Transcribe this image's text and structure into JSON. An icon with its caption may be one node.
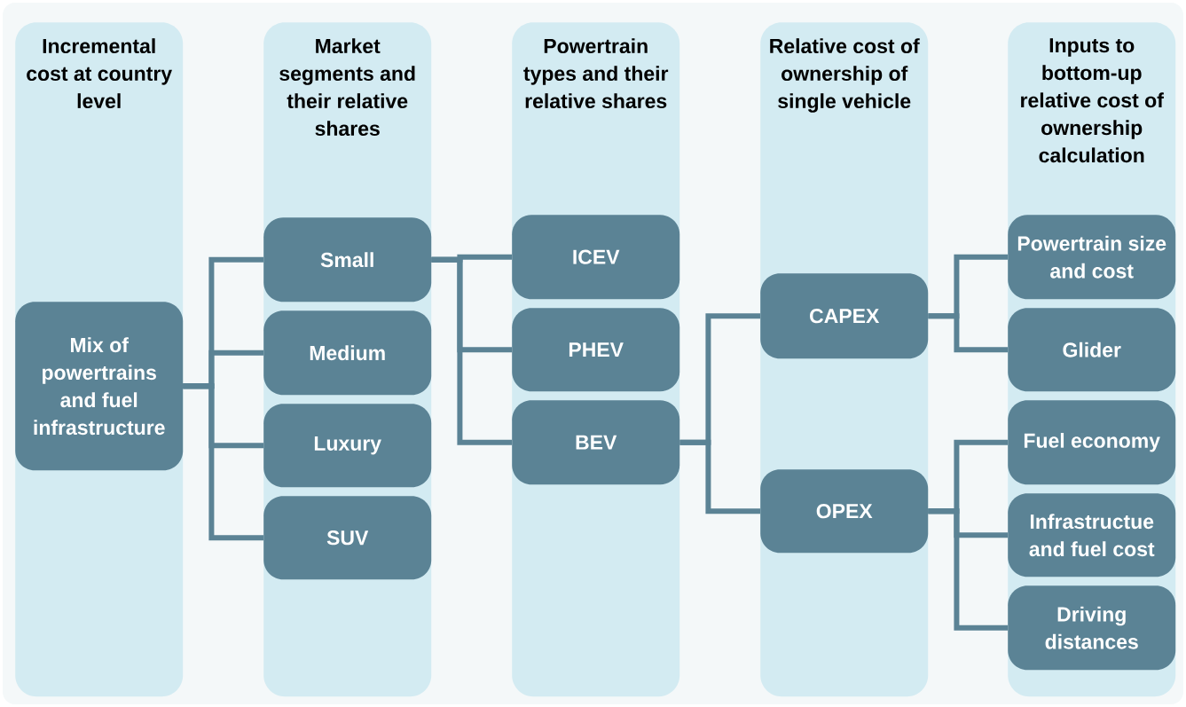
{
  "diagram": {
    "nodes": [
      {
        "text": [
          "Incremental cost at country level"
        ]
      },
      {
        "text": [
          "Mix of powertrains and fuel infrastructure"
        ],
        "in": 0
      },
      {
        "text": [
          "Market segments and their relative shares"
        ]
      },
      {
        "text": [
          "Small"
        ],
        "in": 2
      },
      {
        "text": [
          "Medium"
        ],
        "in": 2
      },
      {
        "text": [
          "Luxury"
        ],
        "in": 2
      },
      {
        "text": [
          "SUV"
        ],
        "in": 2
      },
      {
        "text": [
          "Powertrain types and their relative shares"
        ]
      },
      {
        "text": [
          "ICEV"
        ],
        "in": 7
      },
      {
        "text": [
          "PHEV"
        ],
        "in": 7
      },
      {
        "text": [
          "BEV"
        ],
        "in": 7
      },
      {
        "text": [
          "Relative cost of ownership of single vehicle"
        ]
      },
      {
        "text": [
          "CAPEX"
        ],
        "in": 11
      },
      {
        "text": [
          "OPEX"
        ],
        "in": 11
      },
      {
        "text": [
          "Inputs to bottom-up relative cost of ownership calculation"
        ]
      },
      {
        "text": [
          "Powertrain size and cost"
        ],
        "in": 14
      },
      {
        "text": [
          "Glider"
        ],
        "in": 14
      },
      {
        "text": [
          "Fuel economy"
        ],
        "in": 14
      },
      {
        "text": [
          "Infrastructue and fuel cost"
        ],
        "in": 14
      },
      {
        "text": [
          "Driving distances"
        ],
        "in": 14
      }
    ],
    "edges": [
      {
        "from": 1,
        "to": 3,
        "arrow": "none"
      },
      {
        "from": 1,
        "to": 4,
        "arrow": "none"
      },
      {
        "from": 1,
        "to": 5,
        "arrow": "none"
      },
      {
        "from": 1,
        "to": 6,
        "arrow": "none"
      },
      {
        "from": 3,
        "to": 8,
        "arrow": "none"
      },
      {
        "from": 3,
        "to": 9,
        "arrow": "none"
      },
      {
        "from": 3,
        "to": 10,
        "arrow": "none"
      },
      {
        "from": 10,
        "to": 12,
        "arrow": "none"
      },
      {
        "from": 10,
        "to": 13,
        "arrow": "none"
      },
      {
        "from": 12,
        "to": 15,
        "arrow": "none"
      },
      {
        "from": 12,
        "to": 16,
        "arrow": "none"
      },
      {
        "from": 13,
        "to": 17,
        "arrow": "none"
      },
      {
        "from": 13,
        "to": 18,
        "arrow": "none"
      },
      {
        "from": 13,
        "to": 19,
        "arrow": "none"
      }
    ]
  }
}
